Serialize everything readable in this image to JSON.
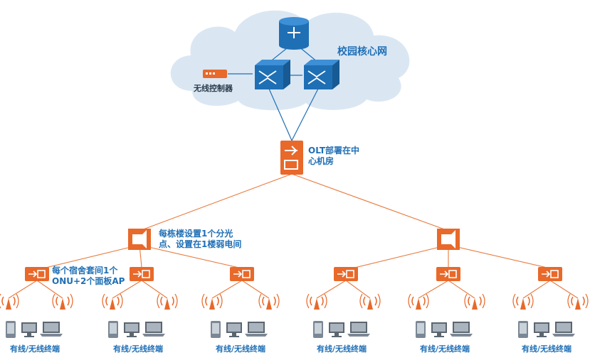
{
  "core": {
    "label": "校园核心网"
  },
  "wireless_controller": {
    "label": "无线控制器"
  },
  "olt": {
    "label_line1": "OLT部署在中",
    "label_line2": "心机房"
  },
  "splitter": {
    "label_line1": "每栋楼设置1个分光",
    "label_line2": "点、设置在1楼弱电间"
  },
  "onu": {
    "label_line1": "每个宿舍套间1个",
    "label_line2": "ONU+2个面板AP"
  },
  "terminals": {
    "labels": [
      "有线/无线终端",
      "有线/无线终端",
      "有线/无线终端",
      "有线/无线终端",
      "有线/无线终端",
      "有线/无线终端"
    ]
  },
  "colors": {
    "accent": "#e8692a",
    "core_blue": "#1f6fb5",
    "cloud": "#d9e6f2",
    "line": "#e87a3e"
  }
}
